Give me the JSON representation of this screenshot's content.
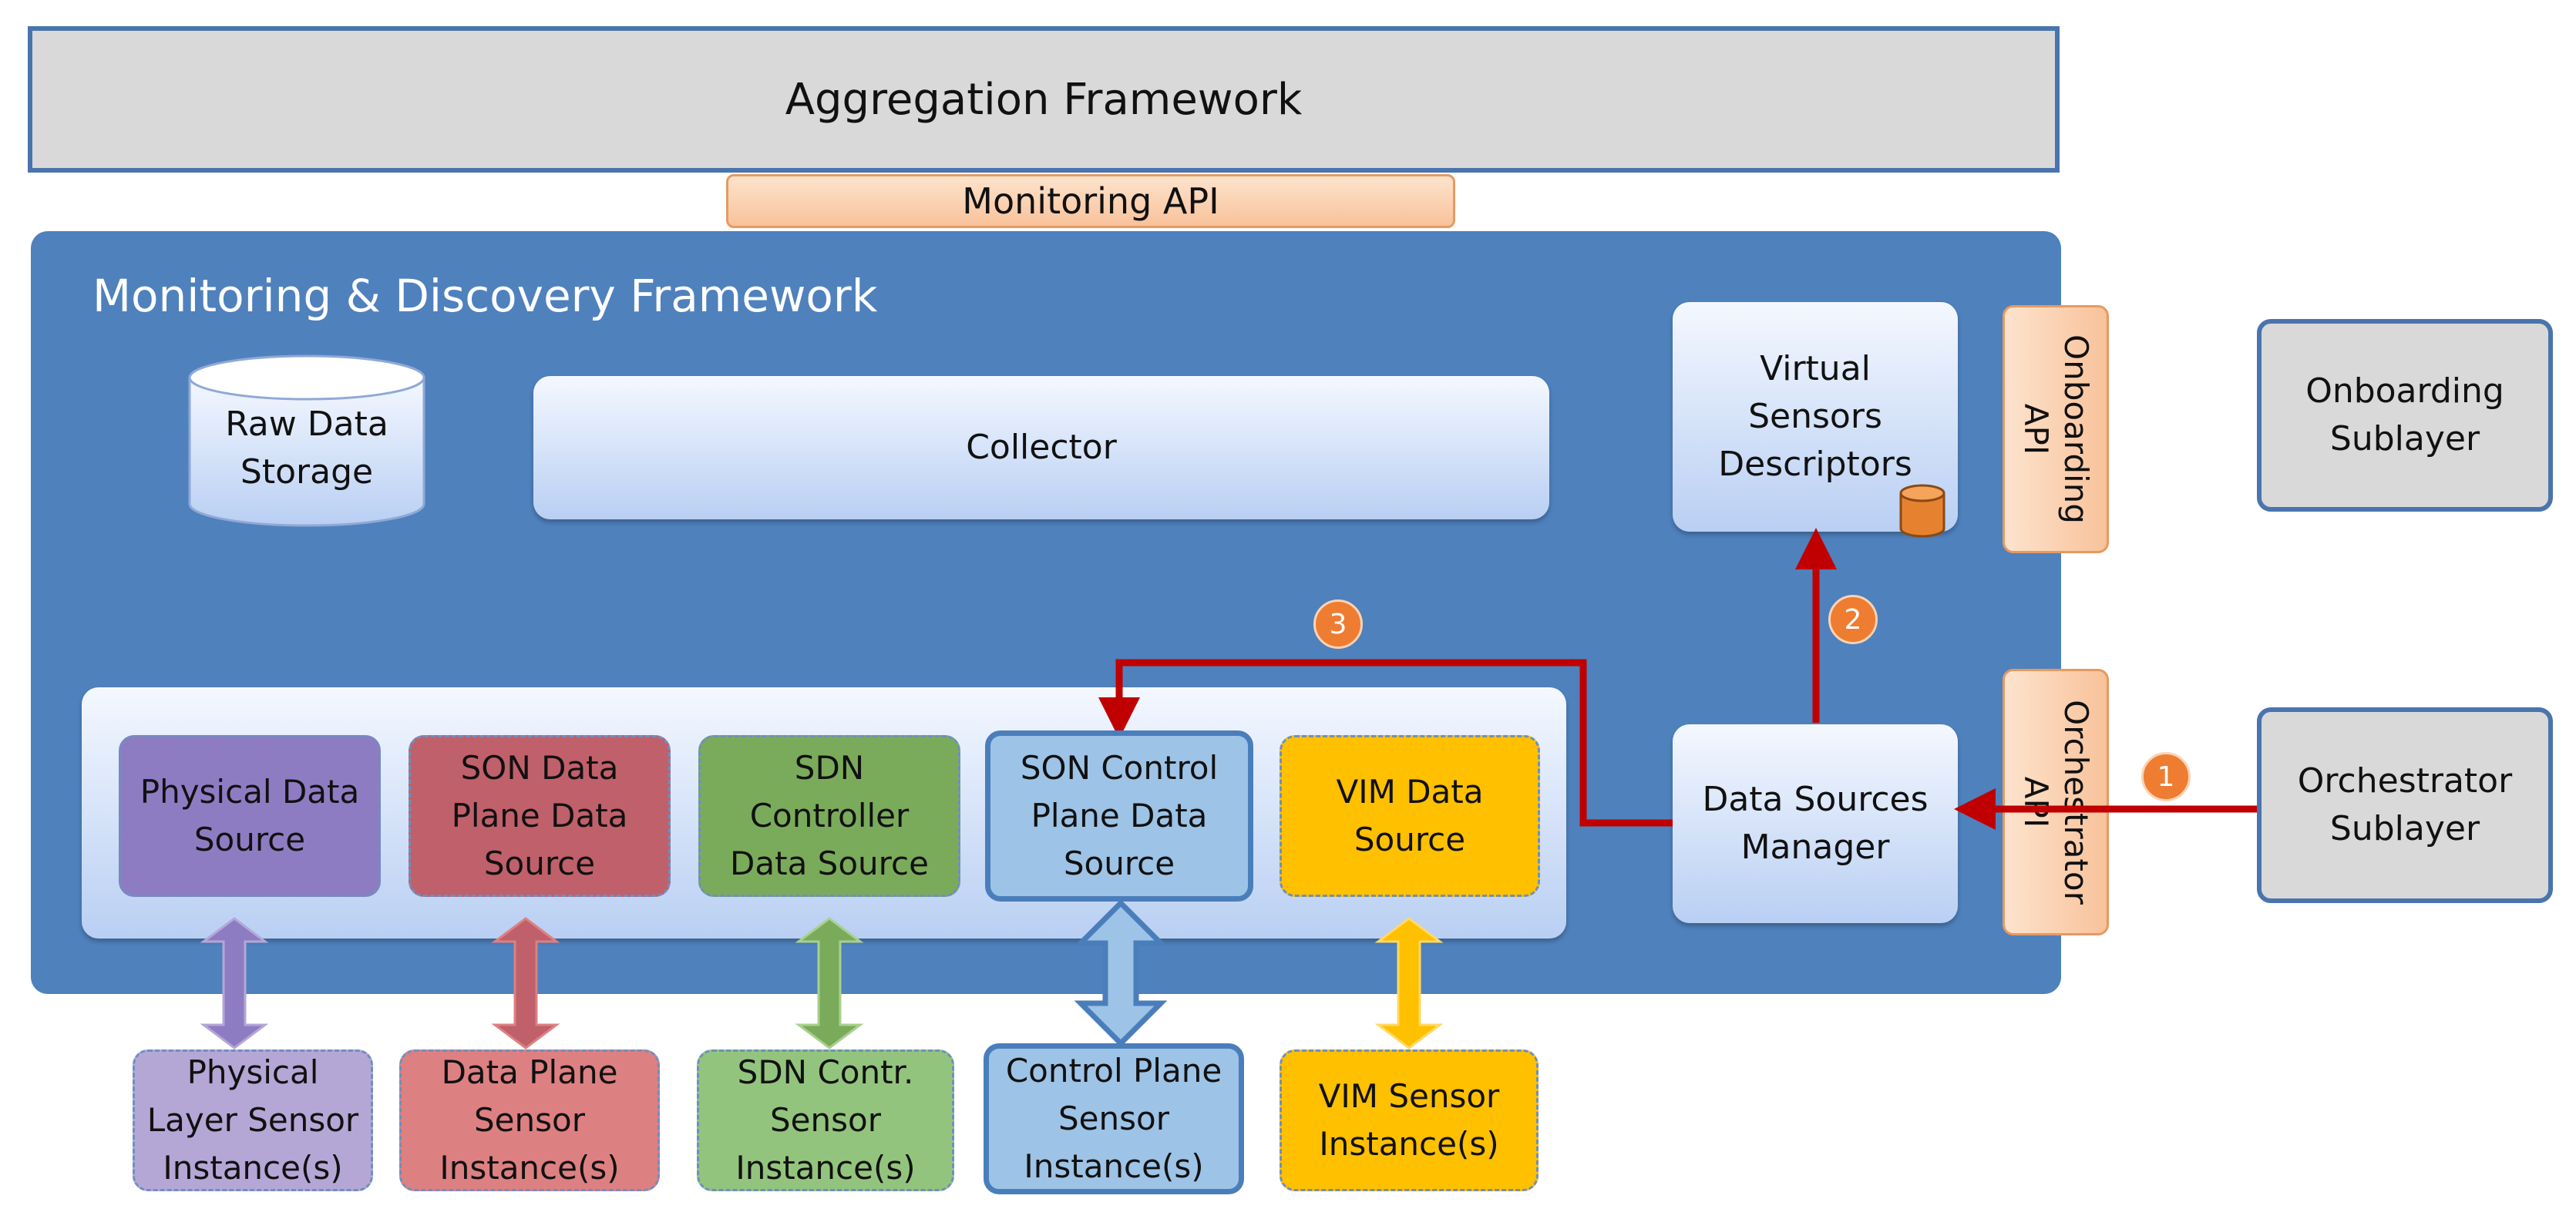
{
  "aggregation_framework": "Aggregation Framework",
  "monitoring_api": "Monitoring  API",
  "mdf_title": "Monitoring & Discovery  Framework",
  "raw_data_storage": "Raw Data Storage",
  "collector": "Collector",
  "virtual_sensors_descriptors": "Virtual Sensors Descriptors",
  "onboarding_api": "Onboarding API",
  "orchestrator_api": "Orchestrator API",
  "onboarding_sublayer": "Onboarding Sublayer",
  "orchestrator_sublayer": "Orchestrator Sublayer",
  "data_sources_manager": "Data Sources Manager",
  "data_sources": [
    "Physical Data Source",
    "SON Data Plane Data Source",
    "SDN Controller Data Source",
    "SON Control Plane Data Source",
    "VIM Data Source"
  ],
  "sensor_instances": [
    "Physical Layer Sensor Instance(s)",
    "Data Plane Sensor Instance(s)",
    "SDN Contr. Sensor Instance(s)",
    "Control Plane Sensor Instance(s)",
    "VIM Sensor Instance(s)"
  ],
  "step_badges": [
    "1",
    "2",
    "3"
  ],
  "colors": {
    "panel": "#4f81bd",
    "arrow_red": "#c00000",
    "badge": "#ee7d31",
    "physical": "#8e7cc3",
    "son_data": "#c0606b",
    "sdn": "#7aab5b",
    "son_control": "#9dc3e6",
    "vim": "#ffc000"
  }
}
